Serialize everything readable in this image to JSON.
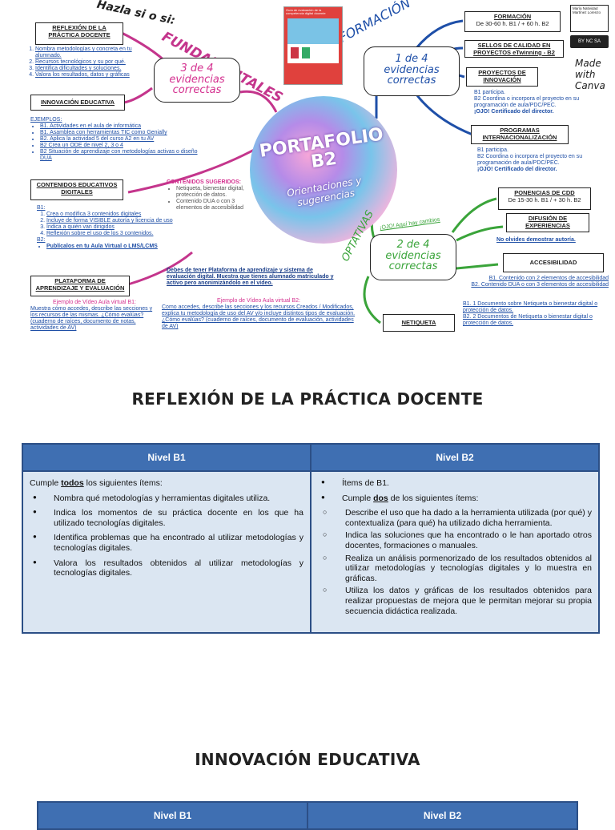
{
  "map": {
    "center_title": "PORTAFOLIO\nB2",
    "center_subtitle": "Orientaciones y sugerencias",
    "hazla": "Hazla si o si:",
    "fundamentales": "FUNDAMENTALES",
    "formacion_arc": "FORMACIÓN",
    "optativas": "OPTATIVAS",
    "aqui_cambios": "¡OJO! Aquí hay cambios",
    "bubble_left": "3 de 4\nevidencias\ncorrectas",
    "bubble_right": "1 de 4\nevidencias\ncorrectas",
    "bubble_bottom": "2 de 4\nevidencias\ncorrectas",
    "reflexion_box": "REFLEXIÓN DE LA PRÁCTICA DOCENTE",
    "reflexion_items": [
      "Nombra metodologías y concreta en tu alumnado.",
      "Recursos tecnológicos y su por qué.",
      "Identifica dificultades y soluciones.",
      "Valora los resultados, datos y gráficas"
    ],
    "innovacion_box": "INNOVACIÓN EDUCATIVA",
    "ejemplos_label": "EJEMPLOS:",
    "ejemplos": [
      "B1. Actividades en el aula de informática",
      "B1. Asamblea con herramientas TIC como Genially",
      "B2. Aplica la actividad 5 del curso A2 en tu AV",
      "B2 Crea un ODE de nivel 2, 3 o 4",
      "B2 Situación de aprendizaje con metodologías activas o diseño DUA"
    ],
    "contenidos_box": "CONTENIDOS EDUCATIVOS DIGITALES",
    "contenidos_b1_label": "B1:",
    "contenidos_b1": [
      "Crea o modifica 3 contenidos digitales",
      "Incluye de forma VISIBLE autoría y licencia de uso",
      "Indica a quién van dirigidos",
      "Reflexión sobre el uso de los 3 contenidos."
    ],
    "contenidos_b2_label": "B2:",
    "contenidos_b2": "Publícalos en tu Aula Virtual o LMS/LCMS",
    "sugeridos_title": "CONTENIDOS SUGERIDOS:",
    "sugeridos": [
      "Netiqueta, bienestar digital, protección de datos.",
      "Contenido DUA o con 3 elementos de accesibilidad"
    ],
    "plataforma_box": "PLATAFORMA DE APRENDIZAJE Y EVALUACIÓN",
    "ejemplo_b1_title": "Ejemplo de Vídeo Aula virtual B1:",
    "ejemplo_b1": "Muestra cómo accedes, describe las secciones y los recursos de las mismas. ¿Cómo evalúas? (cuaderno de raíces, documento de notas, actividades de AV)",
    "video_note": "Debes de tener Plataforma de aprendizaje y sistema de evaluación digital. Muestra que tienes alumnado matriculado y activo pero anonimizándolo en el vídeo.",
    "ejemplo_b2_title": "Ejemplo de Vídeo Aula virtual B2:",
    "ejemplo_b2": "Como accedes, describe las secciones y los recursos Creados / Modificados, explica tu metodología de uso del AV y/o incluye distintos tipos de evaluación. ¿Cómo evalúas? (cuaderno de raíces, documento de evaluación, actividades de AV)",
    "formacion_box": "FORMACIÓN",
    "formacion_detail": "De 30-60 h. B1 / + 60 h. B2",
    "sellos_box": "SELLOS DE CALIDAD EN PROYECTOS eTwinning - B2",
    "proyectos_box": "PROYECTOS DE INNOVACIÓN",
    "proyectos_text": [
      "B1 participa.",
      "B2 Coordina o incorpora el proyecto en su programación de aula/PDC/PEC.",
      "¡OJO! Certificado del director."
    ],
    "programas_box": "PROGRAMAS INTERNACIONALIZACIÓN",
    "programas_text": [
      "B1 participa.",
      "B2 Coordina o incorpora el proyecto en su programación de aula/PDC/PEC.",
      "¡OJO! Certificado del director."
    ],
    "ponencias_box": "PONENCIAS DE CDD",
    "ponencias_detail": "De 15-30 h. B1 / + 30 h. B2",
    "difusion_box": "DIFUSIÓN DE EXPERIENCIAS",
    "difusion_note": "No olvides demostrar autoría.",
    "accesibilidad_box": "ACCESIBILIDAD",
    "accesibilidad_text": [
      "B1. Contenido con 2 elementos de accesibilidad",
      "B2. Contenido DUA o con 3 elementos de accesibilidad"
    ],
    "netiqueta_box": "NETIQUETA",
    "netiqueta_text": [
      "B1. 1 Documento sobre Netiqueta o bienestar digital o protección de datos.",
      "B2. 2 Documentos de Netiqueta o bienestar digital o protección de datos."
    ],
    "author": "María Natividad Martínez Lorenzo",
    "canva": "Made with Canva",
    "cc_label": "BY NC SA",
    "cover_title": "Guía de evaluación de la competencia digital docente"
  },
  "section1": {
    "title": "REFLEXIÓN DE LA PRÁCTICA DOCENTE",
    "col1": "Nivel B1",
    "col2": "Nivel B2",
    "b1_intro_a": "Cumple ",
    "b1_intro_b": "todos",
    "b1_intro_c": " los siguientes ítems:",
    "b1_items": [
      "Nombra qué metodologías y herramientas digitales utiliza.",
      "Indica los momentos de su práctica docente en los que ha utilizado tecnologías digitales.",
      "Identifica problemas que ha encontrado al utilizar metodologías y tecnologías digitales.",
      "Valora los resultados obtenidos al utilizar metodologías y tecnologías digitales."
    ],
    "b2_item1": "Ítems de B1.",
    "b2_intro_a": "Cumple ",
    "b2_intro_b": "dos",
    "b2_intro_c": " de los siguientes ítems:",
    "b2_items": [
      "Describe el uso que ha dado a la herramienta utilizada (por qué) y contextualiza (para qué) ha utilizado dicha herramienta.",
      "Indica las soluciones que ha encontrado o le han aportado otros docentes, formaciones o manuales.",
      "Realiza un análisis pormenorizado de los resultados obtenidos al utilizar metodologías y tecnologías digitales y lo muestra en gráficas.",
      "Utiliza los datos y gráficas de los resultados obtenidos para realizar propuestas de mejora que le permitan mejorar su propia secuencia didáctica realizada."
    ]
  },
  "section2": {
    "title": "INNOVACIÓN EDUCATIVA",
    "col1": "Nivel B1",
    "col2": "Nivel B2"
  }
}
